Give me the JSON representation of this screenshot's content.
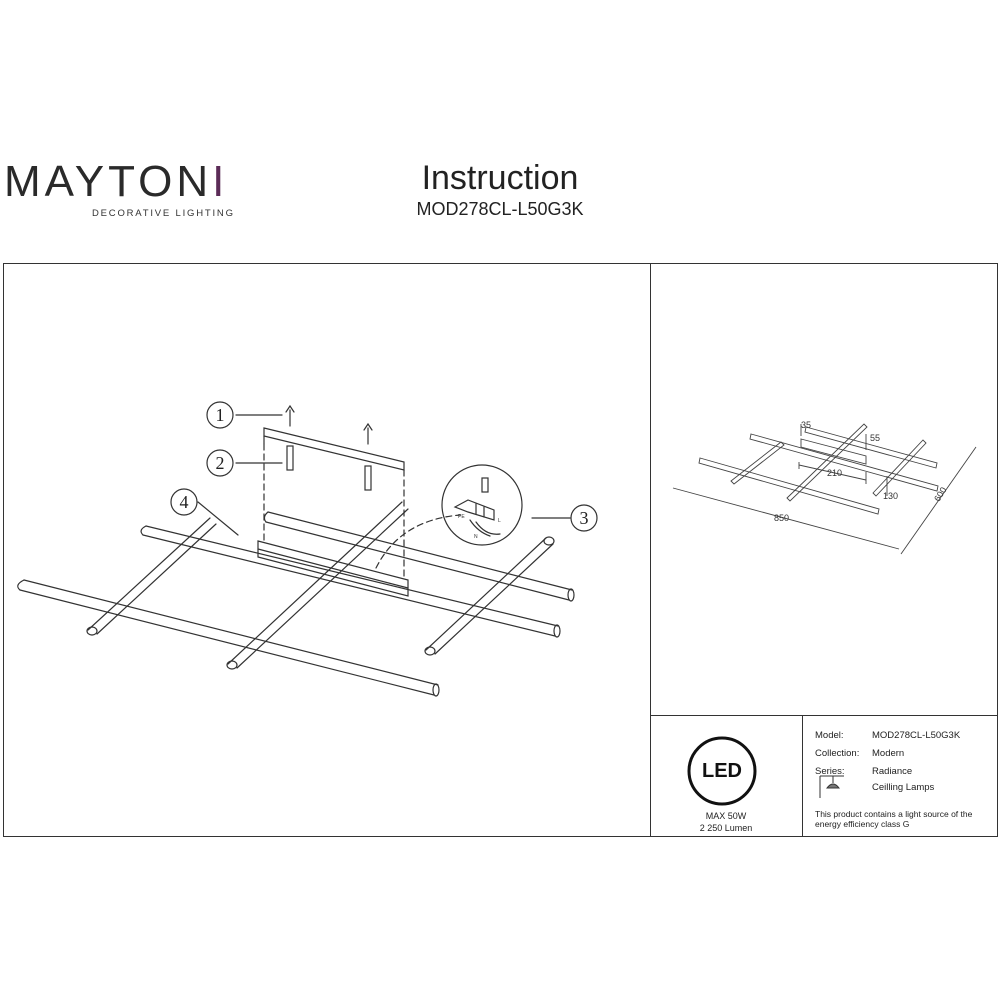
{
  "brand": {
    "name_main": "MAYTON",
    "name_accent": "I",
    "tagline": "DECORATIVE LIGHTING"
  },
  "header": {
    "title": "Instruction",
    "model": "MOD278CL-L50G3K"
  },
  "assembly": {
    "callouts": [
      "1",
      "2",
      "3",
      "4"
    ],
    "wire_labels": [
      "N",
      "L",
      "PE"
    ]
  },
  "dimensions": {
    "d35": "35",
    "d55": "55",
    "d210": "210",
    "d130": "130",
    "d850": "850",
    "d600": "600"
  },
  "led_badge": {
    "label": "LED",
    "power": "MAX 50W",
    "lumen": "2 250 Lumen"
  },
  "specs": {
    "model_label": "Model:",
    "model_value": "MOD278CL-L50G3K",
    "collection_label": "Collection:",
    "collection_value": "Modern",
    "series_label": "Series:",
    "series_value": "Radiance",
    "type_value": "Ceilling Lamps",
    "energy_note": "This product contains a light source of the energy efficiency class G"
  },
  "colors": {
    "brand_accent": "#5b2b57",
    "line": "#333333"
  }
}
